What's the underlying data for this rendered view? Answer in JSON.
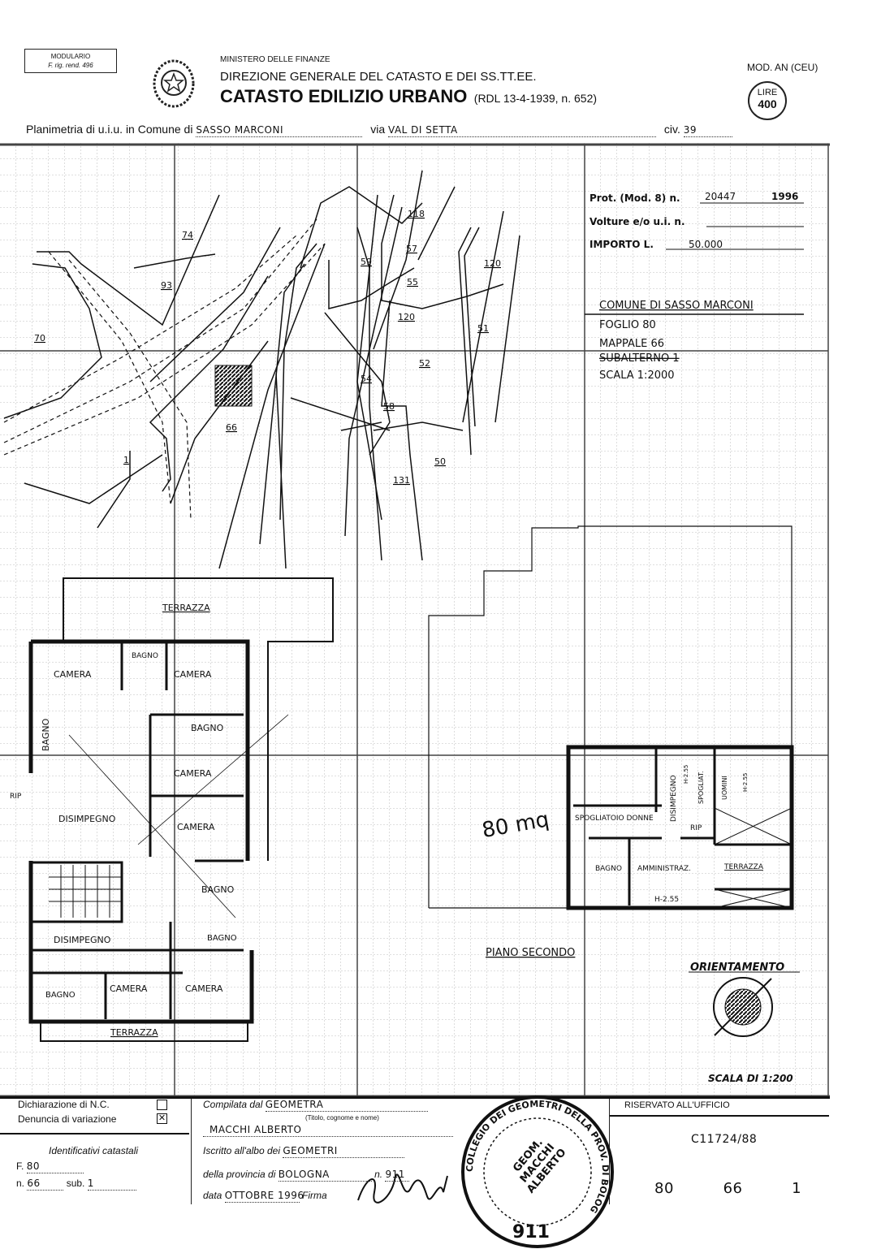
{
  "header": {
    "modulario_line1": "MODULARIO",
    "modulario_line2": "F. rig. rend. 496",
    "ministry": "MINISTERO DELLE FINANZE",
    "direction": "DIREZIONE GENERALE DEL CATASTO E DEI SS.TT.EE.",
    "title": "CATASTO EDILIZIO URBANO",
    "law_ref": "(RDL 13-4-1939, n. 652)",
    "model": "MOD. AN (CEU)",
    "stamp_currency": "LIRE",
    "stamp_value": "400"
  },
  "location": {
    "prefix": "Planimetria di u.i.u. in Comune di",
    "comune": "SASSO MARCONI",
    "via_label": "via",
    "via": "VAL DI SETTA",
    "civ_label": "civ.",
    "civ": "39"
  },
  "office_box": {
    "prot_label": "Prot. (Mod. 8) n.",
    "prot_value": "20447",
    "prot_year": "1996",
    "volture_label": "Volture e/o u.i. n.",
    "importo_label": "IMPORTO L.",
    "importo_value": "50.000",
    "comune": "COMUNE DI SASSO MARCONI",
    "foglio": "FOGLIO 80",
    "mappale": "MAPPALE 66",
    "subalterno": "SUBALTERNO 1",
    "scala": "SCALA 1:2000"
  },
  "map_parcels": [
    "74",
    "93",
    "70",
    "1",
    "66",
    "118",
    "57",
    "59",
    "55",
    "120",
    "120",
    "51",
    "52",
    "54",
    "58",
    "50",
    "131"
  ],
  "floor_plan_left": {
    "rooms": [
      "TERRAZZA",
      "CAMERA",
      "BAGNO",
      "CAMERA",
      "BAGNO",
      "BAGNO",
      "CAMERA",
      "RIP",
      "DISIMPEGNO",
      "CAMERA",
      "BAGNO",
      "BAGNO",
      "DISIMPEGNO",
      "BAGNO",
      "CAMERA",
      "CAMERA",
      "TERRAZZA"
    ]
  },
  "floor_plan_right": {
    "area_note": "80 mq",
    "rooms": [
      "SPOGLIATOIO DONNE",
      "DISIMPEGNO",
      "H-2.55",
      "SPOGLIAT.",
      "UOMINI",
      "H-2.55",
      "RIP",
      "BAGNO",
      "AMMINISTRAZ.",
      "TERRAZZA",
      "H-2.55"
    ],
    "floor_label": "PIANO SECONDO"
  },
  "orientation_label": "ORIENTAMENTO",
  "scale_label": "SCALA DI 1:200",
  "footer": {
    "nc_label": "Dichiarazione di N.C.",
    "variation_label": "Denuncia di variazione",
    "nc_checked": false,
    "variation_checked": true,
    "identifiers_title": "Identificativi catastali",
    "f_label": "F.",
    "f_value": "80",
    "n_label": "n.",
    "n_value": "66",
    "sub_label": "sub.",
    "sub_value": "1",
    "compiled_label": "Compilata dal",
    "compiled_title": "GEOMETRA",
    "compiled_hint": "(Titolo, cognome e nome)",
    "compiled_name": "MACCHI ALBERTO",
    "albo_label": "Iscritto all'albo dei",
    "albo_value": "GEOMETRI",
    "provincia_label": "della provincia di",
    "provincia_value": "BOLOGNA",
    "num_label": "n.",
    "num_value": "911",
    "date_label": "data",
    "date_value": "OTTOBRE 1996",
    "signature_label": "Firma",
    "stamp_ring": "COLLEGIO DEI GEOMETRI DELLA PROV. DI BOLOGNA",
    "stamp_center": "GEOM. MACCHI ALBERTO",
    "stamp_number": "911",
    "reserved_label": "RISERVATO ALL'UFFICIO",
    "reserved_code": "C11724/88",
    "reserved_ids": "80   66   1"
  }
}
